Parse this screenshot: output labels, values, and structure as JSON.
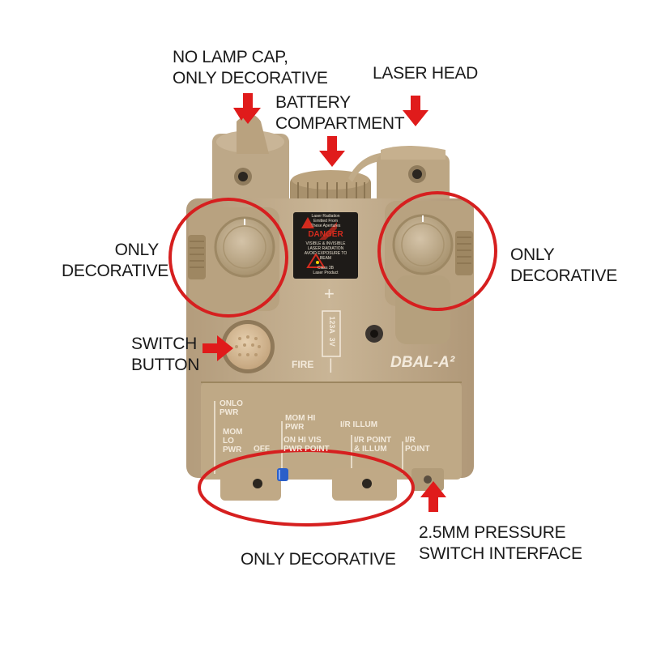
{
  "callouts": {
    "lamp_cap": "NO LAMP CAP,\nONLY DECORATIVE",
    "battery": "BATTERY\nCOMPARTMENT",
    "laser_head": "LASER HEAD",
    "only_decorative_left": "ONLY\nDECORATIVE",
    "only_decorative_right": "ONLY\nDECORATIVE",
    "switch_button": "SWITCH\nBUTTON",
    "only_decorative_bottom": "ONLY DECORATIVE",
    "pressure_switch": "2.5MM PRESSURE\nSWITCH INTERFACE"
  },
  "device": {
    "model": "DBAL-A²",
    "fire": "FIRE",
    "battery_spec": "123A  3V",
    "plus": "+",
    "minus": "|",
    "warning": {
      "line1": "Laser Radiation",
      "line2": "Emitted From",
      "line3": "These Apertures",
      "danger": "DANGER",
      "line4": "VISIBLE & INVISIBLE",
      "line5": "LASER RADIATION",
      "line6": "AVOID EXPOSURE TO",
      "line7": "BEAM",
      "line8": "Class 3B",
      "line9": "Laser Product"
    },
    "modes": {
      "on_lo_pwr": "ONLO\nPWR",
      "mom_lo_pwr": "MOM\nLO\nPWR",
      "off": "OFF",
      "mom_hi_pwr": "MOM HI\nPWR",
      "on_hi_vis": "ON HI VIS\nPWR POINT",
      "ir_illum": "I/R ILLUM",
      "ir_point_illum": "I/R POINT\n& ILLUM",
      "ir_point": "I/R\nPOINT"
    }
  },
  "colors": {
    "arrow": "#e01b1b",
    "circle": "#d61f1f",
    "tan": "#c8b398",
    "tan_dark": "#a8926f"
  }
}
